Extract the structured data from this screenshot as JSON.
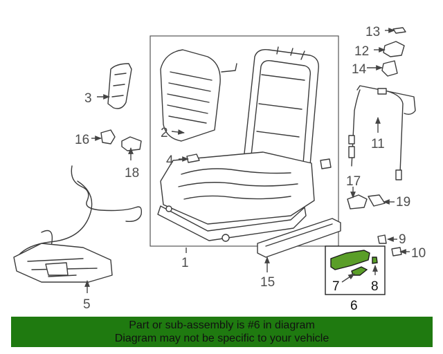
{
  "callouts": {
    "c1": "1",
    "c2": "2",
    "c3": "3",
    "c4": "4",
    "c5": "5",
    "c6": "6",
    "c7": "7",
    "c8": "8",
    "c9": "9",
    "c10": "10",
    "c11": "11",
    "c12": "12",
    "c13": "13",
    "c14": "14",
    "c15": "15",
    "c16": "16",
    "c17": "17",
    "c18": "18",
    "c19": "19"
  },
  "highlight": {
    "color": "#5a9e28",
    "part_number": "6"
  },
  "banner": {
    "background": "#1f7a10",
    "line1": "Part or sub-assembly is #6 in diagram",
    "line2": "Diagram may not be specific to your vehicle"
  }
}
